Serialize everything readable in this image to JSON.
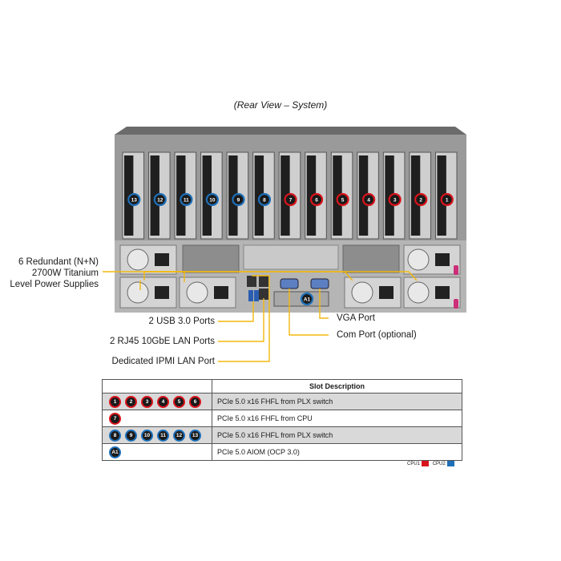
{
  "caption": "(Rear View – System)",
  "callouts": {
    "psu": [
      "6 Redundant (N+N)",
      "2700W Titanium",
      "Level Power Supplies"
    ],
    "usb": "2 USB 3.0 Ports",
    "lan": "2 RJ45 10GbE LAN Ports",
    "ipmi": "Dedicated IPMI LAN Port",
    "vga": "VGA Port",
    "com": "Com Port (optional)"
  },
  "slot_badges": [
    {
      "label": "13",
      "cpu": "2"
    },
    {
      "label": "12",
      "cpu": "2"
    },
    {
      "label": "11",
      "cpu": "2"
    },
    {
      "label": "10",
      "cpu": "2"
    },
    {
      "label": "9",
      "cpu": "2"
    },
    {
      "label": "8",
      "cpu": "2"
    },
    {
      "label": "7",
      "cpu": "1"
    },
    {
      "label": "6",
      "cpu": "1"
    },
    {
      "label": "5",
      "cpu": "1"
    },
    {
      "label": "4",
      "cpu": "1"
    },
    {
      "label": "3",
      "cpu": "1"
    },
    {
      "label": "2",
      "cpu": "1"
    },
    {
      "label": "1",
      "cpu": "1"
    }
  ],
  "aiom_badge": {
    "label": "A1",
    "cpu": "2"
  },
  "table": {
    "header": "Slot Description",
    "rows": [
      {
        "badges": [
          "1",
          "2",
          "3",
          "4",
          "5",
          "6"
        ],
        "cpu": "1",
        "desc": "PCIe 5.0 x16 FHFL from PLX switch"
      },
      {
        "badges": [
          "7"
        ],
        "cpu": "1",
        "desc": "PCIe 5.0 x16 FHFL from CPU"
      },
      {
        "badges": [
          "8",
          "9",
          "10",
          "11",
          "12",
          "13"
        ],
        "cpu": "2",
        "desc": "PCIe 5.0 x16 FHFL from PLX switch"
      },
      {
        "badges": [
          "A1"
        ],
        "cpu": "2",
        "desc": "PCIe 5.0 AIOM (OCP 3.0)"
      }
    ]
  },
  "legend": {
    "cpu1": "CPU1",
    "cpu2": "CPU2"
  },
  "colors": {
    "cpu1": "#d9141b",
    "cpu2": "#1e6fb8",
    "callout_line": "#f2b90f"
  }
}
